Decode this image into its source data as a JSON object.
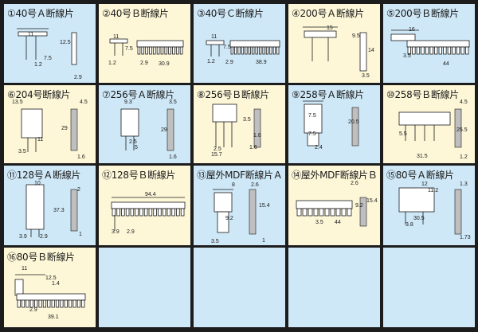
{
  "colors": {
    "blue": "#cfe8f7",
    "yellow": "#fdf7d8",
    "border": "#1c1c1c"
  },
  "cells": [
    {
      "label": "①40号Ａ断線片",
      "dims": [
        "11",
        "7.5",
        "12.5",
        "1.2",
        "2.9"
      ],
      "bg": "blue"
    },
    {
      "label": "②40号Ｂ断線片",
      "dims": [
        "11",
        "7.5",
        "1.2",
        "2.9",
        "30.9"
      ],
      "bg": "yellow"
    },
    {
      "label": "③40号Ｃ断線片",
      "dims": [
        "11",
        "7.5",
        "1.2",
        "2.9",
        "38.9"
      ],
      "bg": "blue"
    },
    {
      "label": "④200号Ａ断線片",
      "dims": [
        "15",
        "9.5",
        "14",
        "3.5"
      ],
      "bg": "yellow"
    },
    {
      "label": "⑤200号Ｂ断線片",
      "dims": [
        "16",
        "3.5",
        "44"
      ],
      "bg": "blue"
    },
    {
      "label": "⑥204号断線片",
      "dims": [
        "13.5",
        "4.5",
        "29",
        "11",
        "3.5",
        "1.6"
      ],
      "bg": "yellow"
    },
    {
      "label": "⑦256号Ａ断線片",
      "dims": [
        "9.3",
        "3.5",
        "29",
        "2.5",
        "5",
        "1.6"
      ],
      "bg": "blue"
    },
    {
      "label": "⑧256号Ｂ断線片",
      "dims": [
        "3.5",
        "2.5",
        "15.7",
        "1.6",
        "1.8"
      ],
      "bg": "yellow"
    },
    {
      "label": "⑨258号Ａ断線片",
      "dims": [
        "7.5",
        "20.5",
        "7.5",
        "2.4"
      ],
      "bg": "blue"
    },
    {
      "label": "⑩258号Ｂ断線片",
      "dims": [
        "4.5",
        "25.5",
        "5.5",
        "31.5",
        "1.2"
      ],
      "bg": "yellow"
    },
    {
      "label": "⑪128号Ａ断線片",
      "dims": [
        "10",
        "2",
        "37.3",
        "3.9",
        "2.9",
        "1"
      ],
      "bg": "blue"
    },
    {
      "label": "⑫128号Ｂ断線片",
      "dims": [
        "94.4",
        "3.9",
        "2.9"
      ],
      "bg": "yellow"
    },
    {
      "label": "⑬屋外MDF断線片Ａ",
      "dims": [
        "8",
        "2.6",
        "15.4",
        "9.2",
        "3.5",
        "1"
      ],
      "bg": "blue"
    },
    {
      "label": "⑭屋外MDF断線片Ｂ",
      "dims": [
        "2.6",
        "9.2",
        "15.4",
        "3.5",
        "44"
      ],
      "bg": "yellow"
    },
    {
      "label": "⑮80号Ａ断線片",
      "dims": [
        "12",
        "11.2",
        "1.3",
        "30.5",
        "3.8",
        "1.73"
      ],
      "bg": "blue"
    },
    {
      "label": "⑯80号Ｂ断線片",
      "dims": [
        "11",
        "12.5",
        "1.4",
        "2.9",
        "39.1"
      ],
      "bg": "yellow"
    },
    {
      "label": "",
      "dims": [],
      "bg": "blue"
    },
    {
      "label": "",
      "dims": [],
      "bg": "blue"
    },
    {
      "label": "",
      "dims": [],
      "bg": "blue"
    },
    {
      "label": "",
      "dims": [],
      "bg": "blue"
    }
  ]
}
